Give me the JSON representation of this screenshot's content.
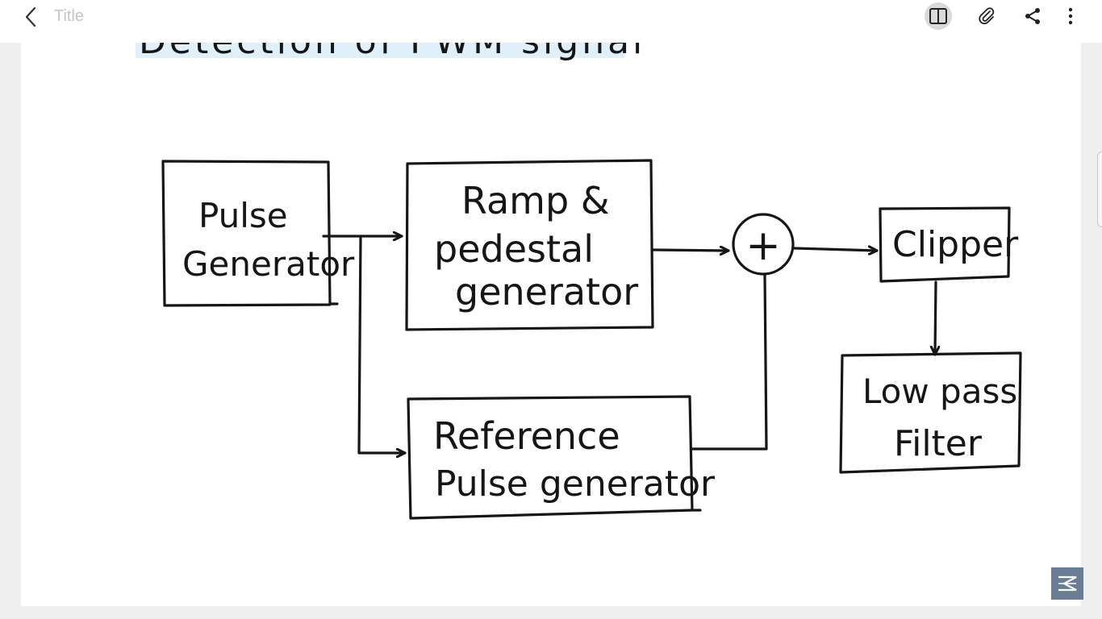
{
  "toolbar": {
    "title": "Title",
    "icons": [
      "back-chevron-icon",
      "book-open-icon",
      "paperclip-icon",
      "share-icon",
      "more-vertical-icon"
    ]
  },
  "note": {
    "heading_partial": "Detection of PWM signal",
    "blocks": {
      "pulse_generator": [
        "Pulse",
        "Generator"
      ],
      "ramp_pedestal": [
        "Ramp &",
        "pedestal",
        "generator"
      ],
      "reference_pulse": [
        "Reference",
        "Pulse generator"
      ],
      "summer": "+",
      "clipper": "Clipper",
      "low_pass": [
        "Low pass",
        "Filter"
      ]
    }
  },
  "colors": {
    "ink": "#161616",
    "highlight": "#dff0fa",
    "toolbar_bg": "#ffffff",
    "page_bg": "#ffffff",
    "frame_bg": "#efefef",
    "logo_bg": "#6a7d97"
  }
}
